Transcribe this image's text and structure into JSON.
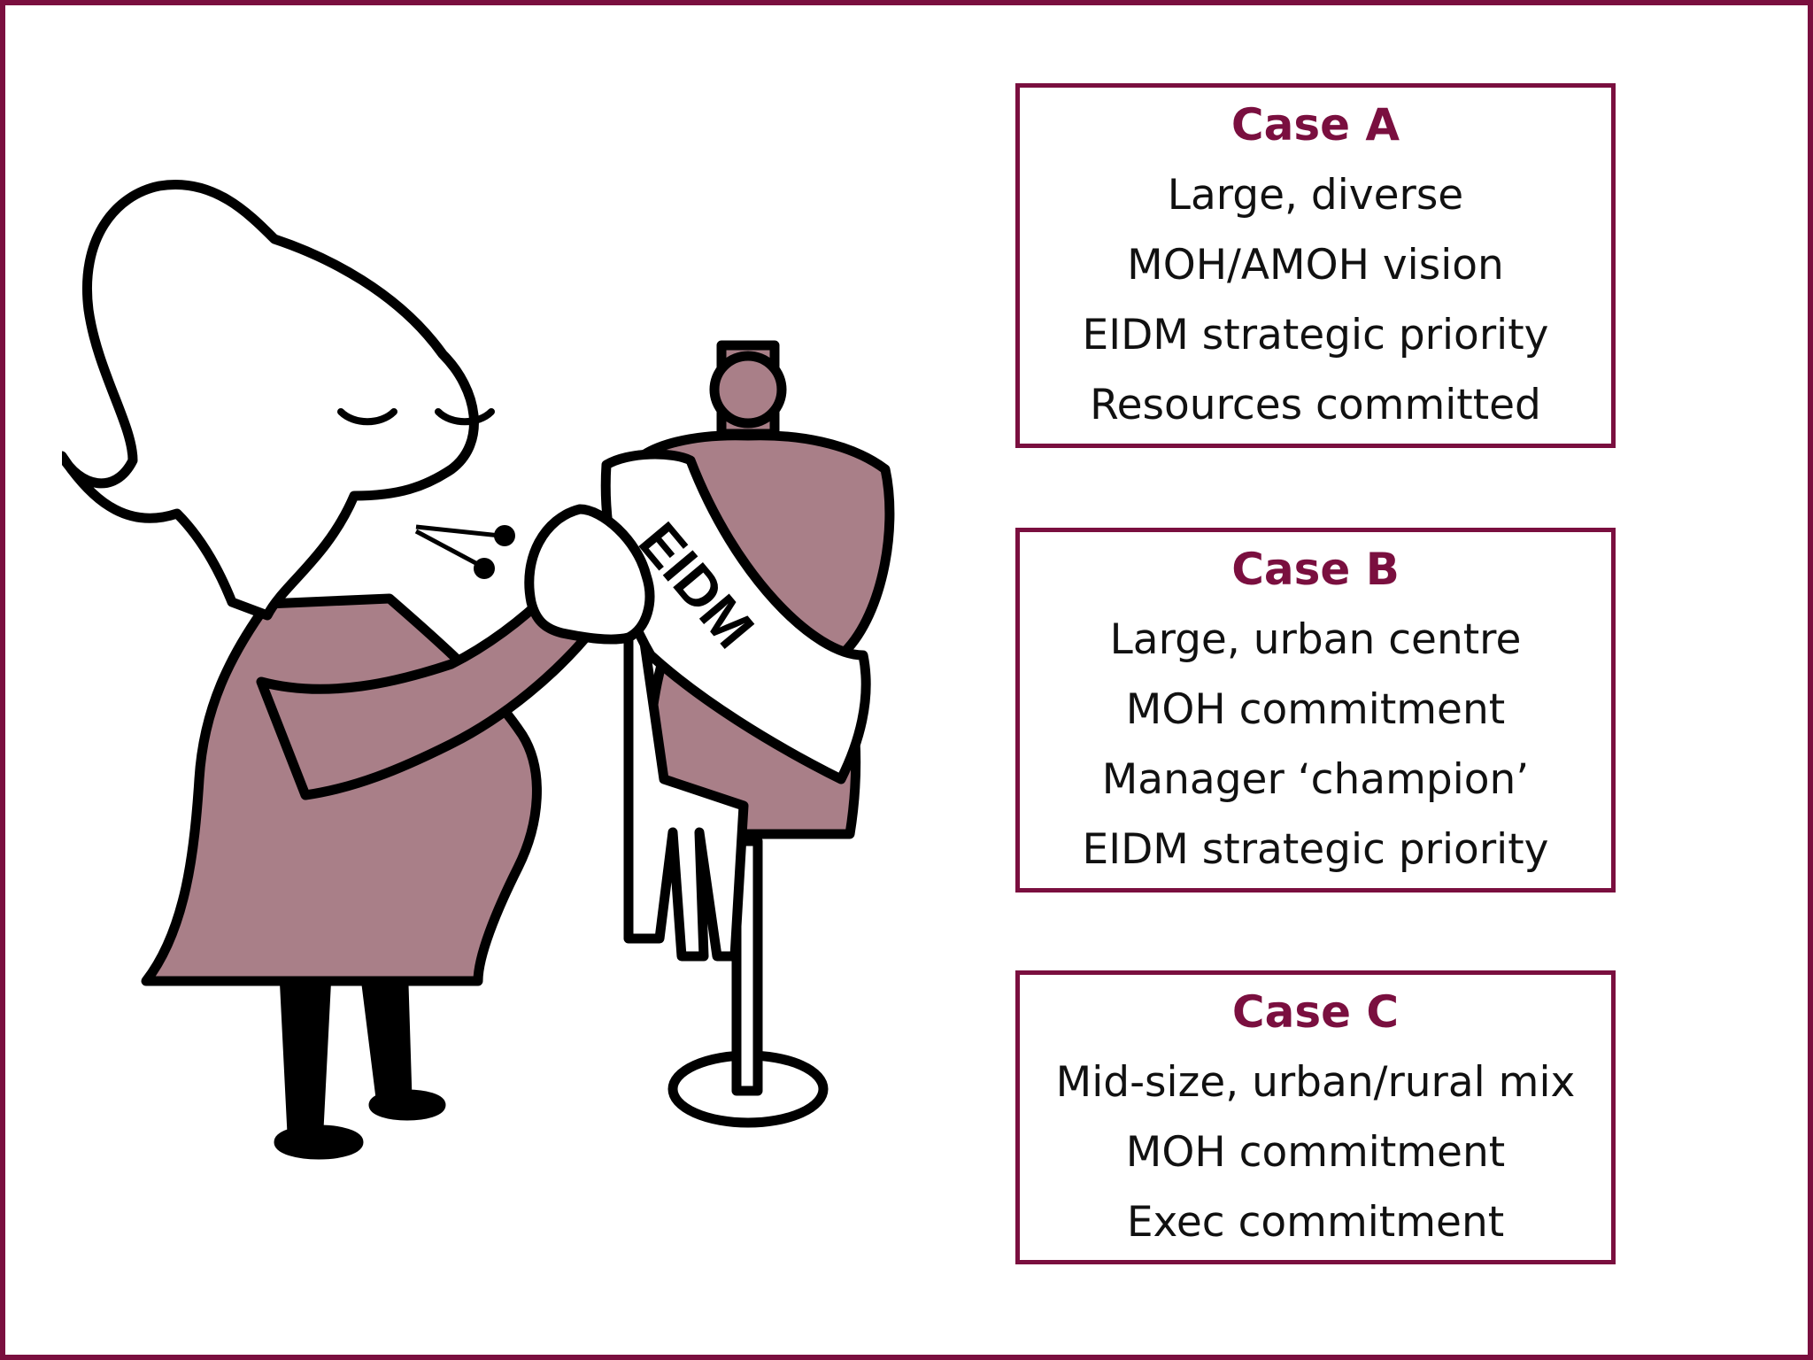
{
  "illustration": {
    "sash_label": "EIDM",
    "fill_color": "#a97f88",
    "outline_color": "#000000"
  },
  "accent_color": "#7a0f3f",
  "cases": [
    {
      "title": "Case A",
      "lines": [
        "Large, diverse",
        "MOH/AMOH vision",
        "EIDM strategic priority",
        "Resources committed"
      ]
    },
    {
      "title": "Case B",
      "lines": [
        "Large, urban centre",
        "MOH commitment",
        "Manager ‘champion’",
        "EIDM strategic priority"
      ]
    },
    {
      "title": "Case C",
      "lines": [
        "Mid-size, urban/rural mix",
        "MOH commitment",
        "Exec commitment"
      ]
    }
  ]
}
